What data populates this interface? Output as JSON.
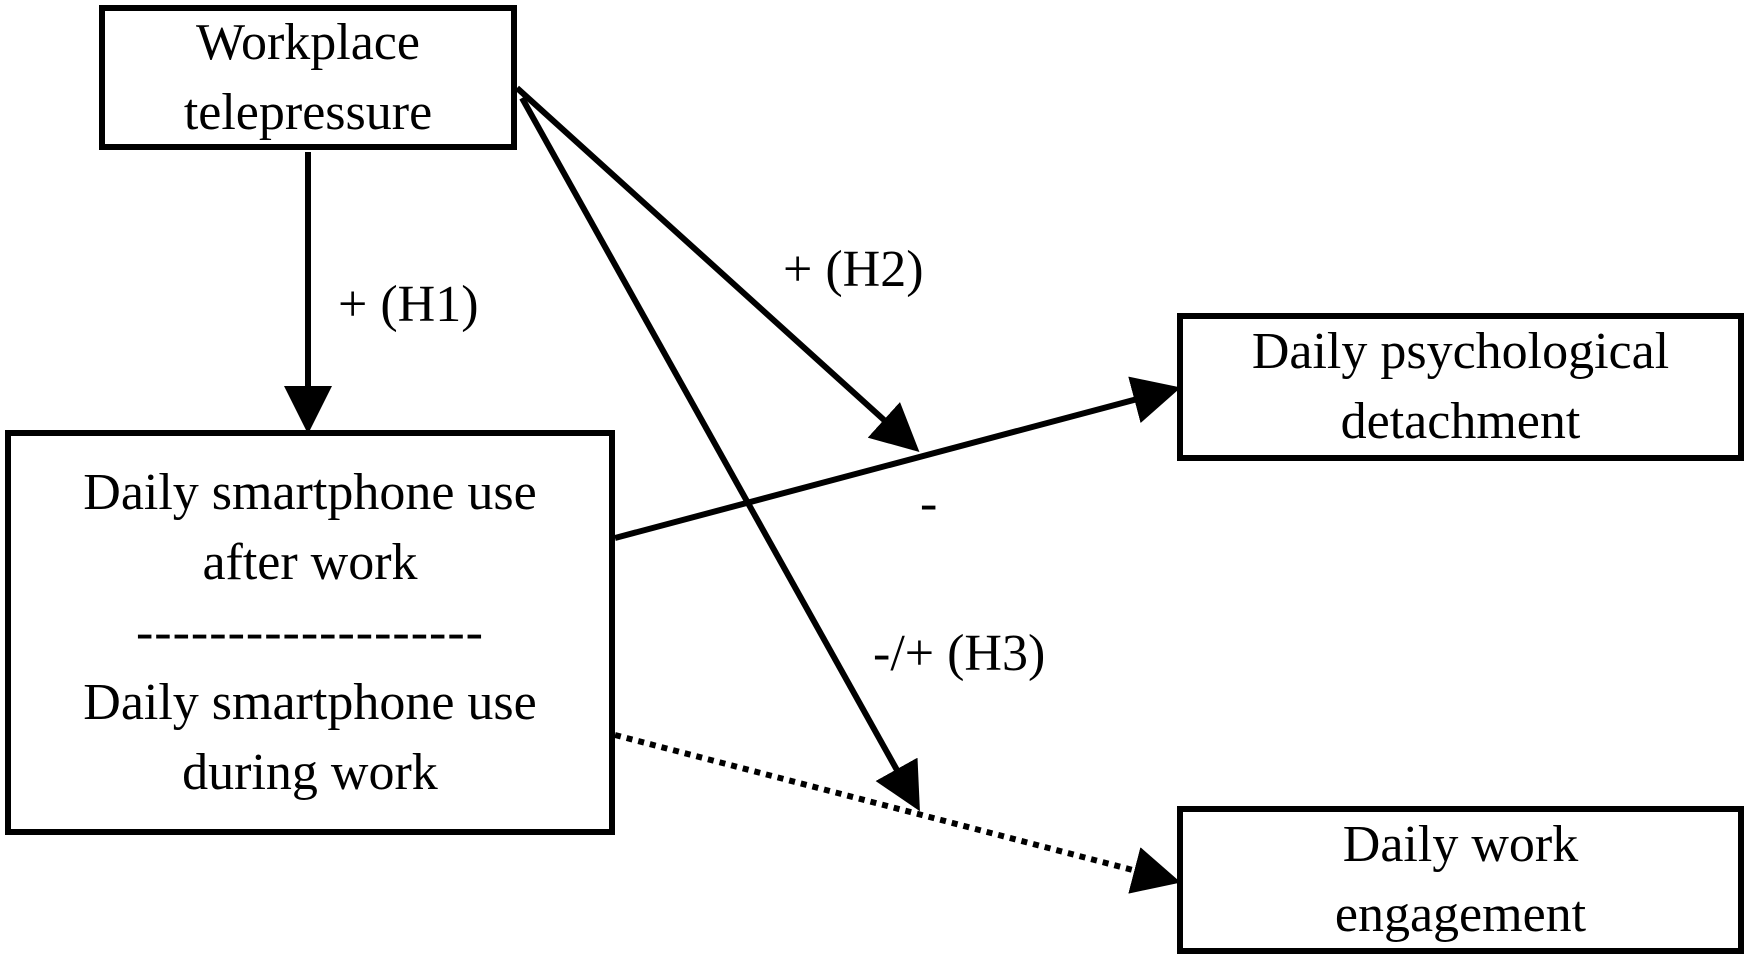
{
  "nodes": {
    "telepressure": {
      "line1": "Workplace",
      "line2": "telepressure"
    },
    "smartphone": {
      "line1": "Daily smartphone use",
      "line2": "after work",
      "divider": "-------------------",
      "line3": "Daily smartphone use",
      "line4": "during work"
    },
    "detachment": {
      "line1": "Daily psychological",
      "line2": "detachment"
    },
    "engagement": {
      "line1": "Daily work",
      "line2": "engagement"
    }
  },
  "edges": {
    "h1": "+ (H1)",
    "h2": "+ (H2)",
    "minus": "-",
    "h3": "-/+ (H3)"
  },
  "colors": {
    "line": "#000000",
    "background": "#ffffff"
  }
}
